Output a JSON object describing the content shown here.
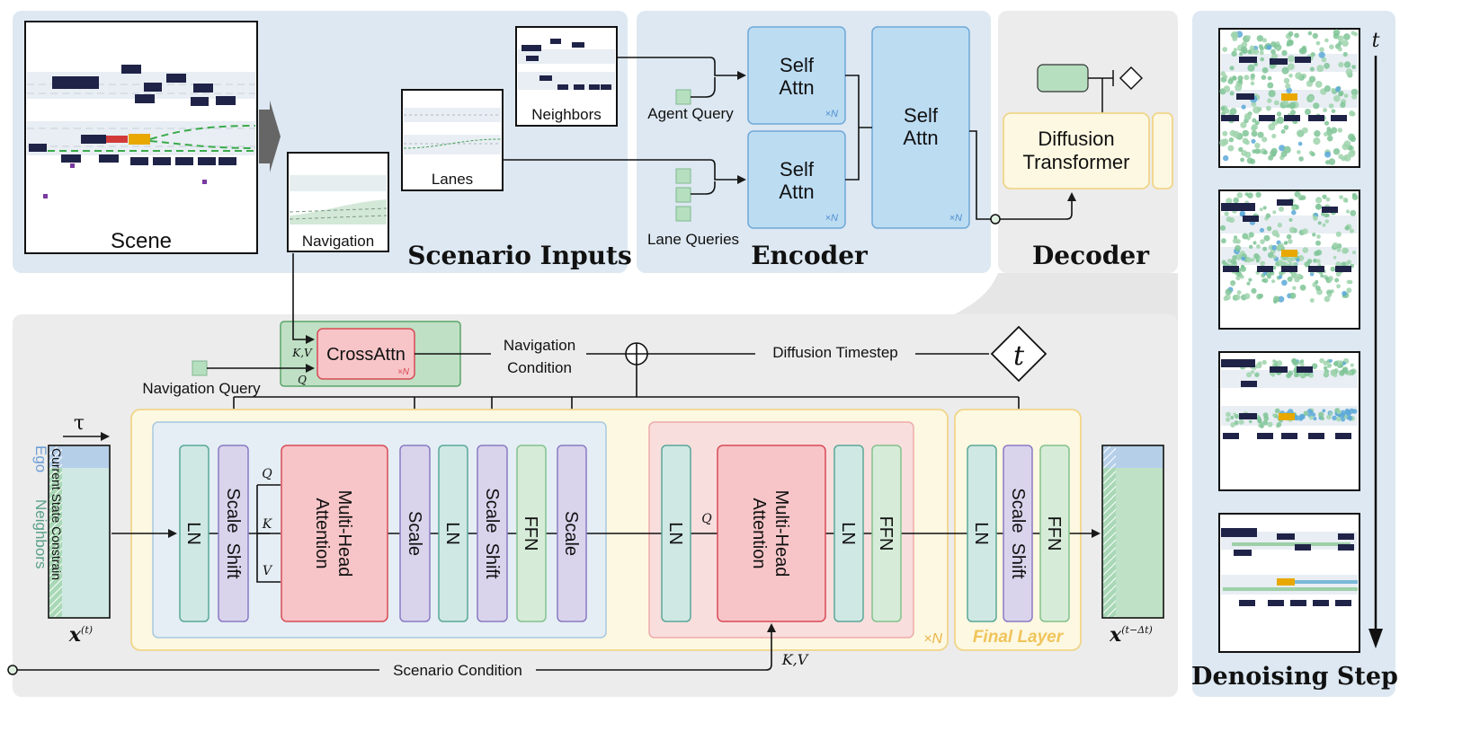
{
  "panels": {
    "scenario_inputs": "Scenario Inputs",
    "encoder": "Encoder",
    "decoder": "Decoder",
    "denoising_step": "Denoising Step"
  },
  "scenario": {
    "scene": "Scene",
    "navigation": "Navigation",
    "lanes": "Lanes",
    "neighbors": "Neighbors"
  },
  "encoder": {
    "agent_query": "Agent Query",
    "lane_queries": "Lane Queries",
    "self_attn_line1": "Self",
    "self_attn_line2": "Attn",
    "repeat": "×N"
  },
  "decoder": {
    "diffusion_line1": "Diffusion",
    "diffusion_line2": "Transformer"
  },
  "time_axis": "t",
  "detail": {
    "crossattn": "CrossAttn",
    "crossattn_repeat": "×N",
    "kv": "K,V",
    "q": "Q",
    "k": "K",
    "v": "V",
    "navigation_query": "Navigation Query",
    "navigation_condition_1": "Navigation",
    "navigation_condition_2": "Condition",
    "diffusion_timestep": "Diffusion Timestep",
    "t": "t",
    "tau": "τ",
    "ego": "Ego",
    "neighbors": "Neighbors",
    "current_state": "Current State Constrain",
    "x_t": "x",
    "x_t_sup": "(t)",
    "x_out": "x",
    "x_out_sup": "(t−Δt)",
    "ln": "LN",
    "scale_shift": "Scale  Shift",
    "mha_line1": "Multi-Head",
    "mha_line2": "Attention",
    "scale": "Scale",
    "ffn": "FFN",
    "block_repeat": "×N",
    "final_layer": "Final Layer",
    "scenario_condition": "Scenario Condition",
    "kv_bottom": "K,V"
  }
}
